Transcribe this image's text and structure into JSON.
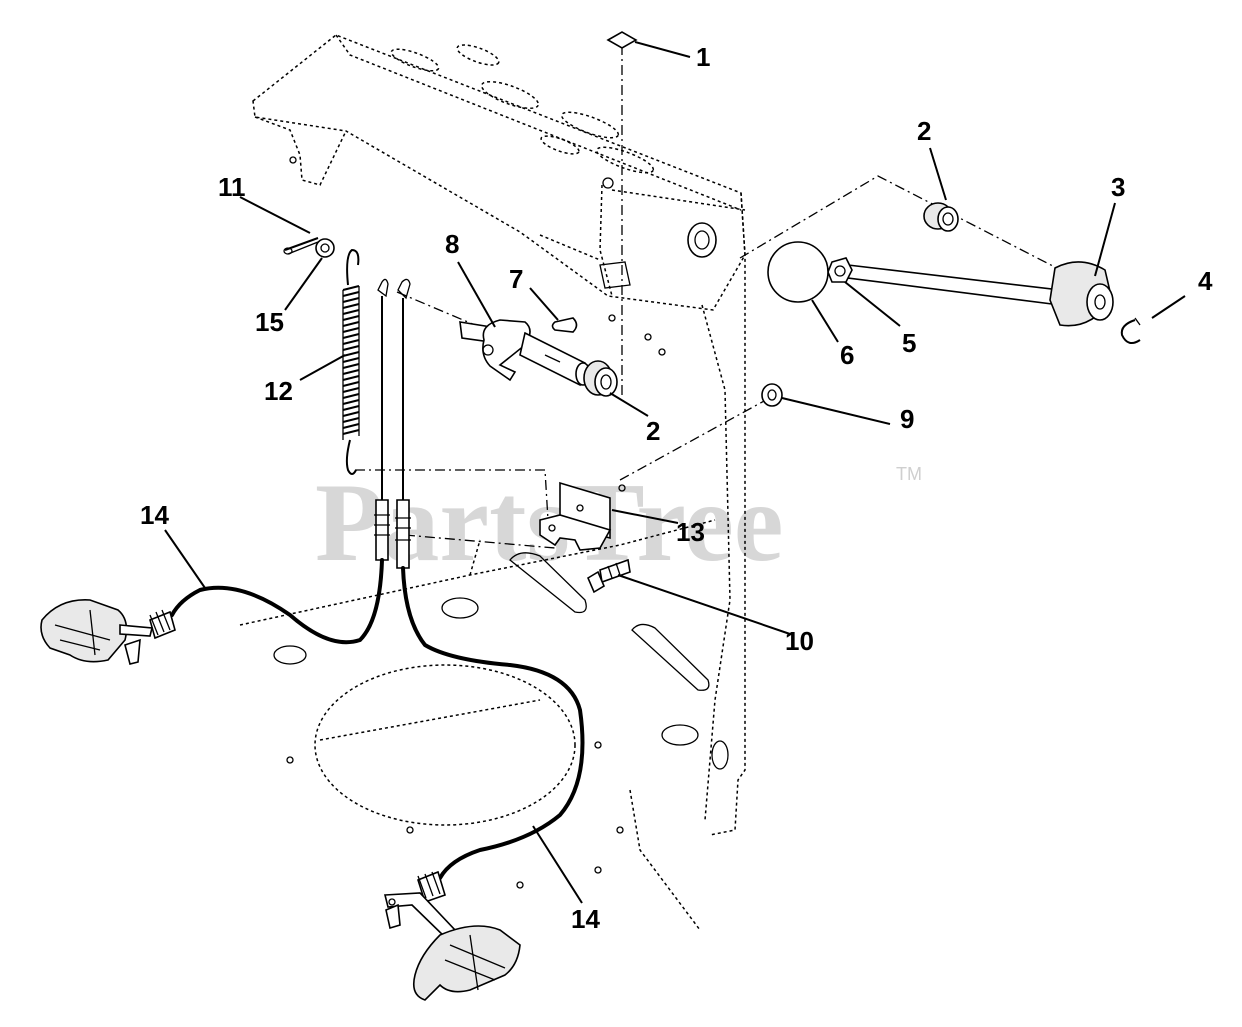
{
  "watermark": {
    "text": "PartsTree",
    "trademark": "TM"
  },
  "callouts": [
    {
      "id": "c1",
      "text": "1"
    },
    {
      "id": "c2a",
      "text": "2"
    },
    {
      "id": "c2b",
      "text": "2"
    },
    {
      "id": "c3",
      "text": "3"
    },
    {
      "id": "c4",
      "text": "4"
    },
    {
      "id": "c5",
      "text": "5"
    },
    {
      "id": "c6",
      "text": "6"
    },
    {
      "id": "c7",
      "text": "7"
    },
    {
      "id": "c8",
      "text": "8"
    },
    {
      "id": "c9",
      "text": "9"
    },
    {
      "id": "c10",
      "text": "10"
    },
    {
      "id": "c11",
      "text": "11"
    },
    {
      "id": "c12",
      "text": "12"
    },
    {
      "id": "c13",
      "text": "13"
    },
    {
      "id": "c14a",
      "text": "14"
    },
    {
      "id": "c14b",
      "text": "14"
    },
    {
      "id": "c15",
      "text": "15"
    }
  ]
}
